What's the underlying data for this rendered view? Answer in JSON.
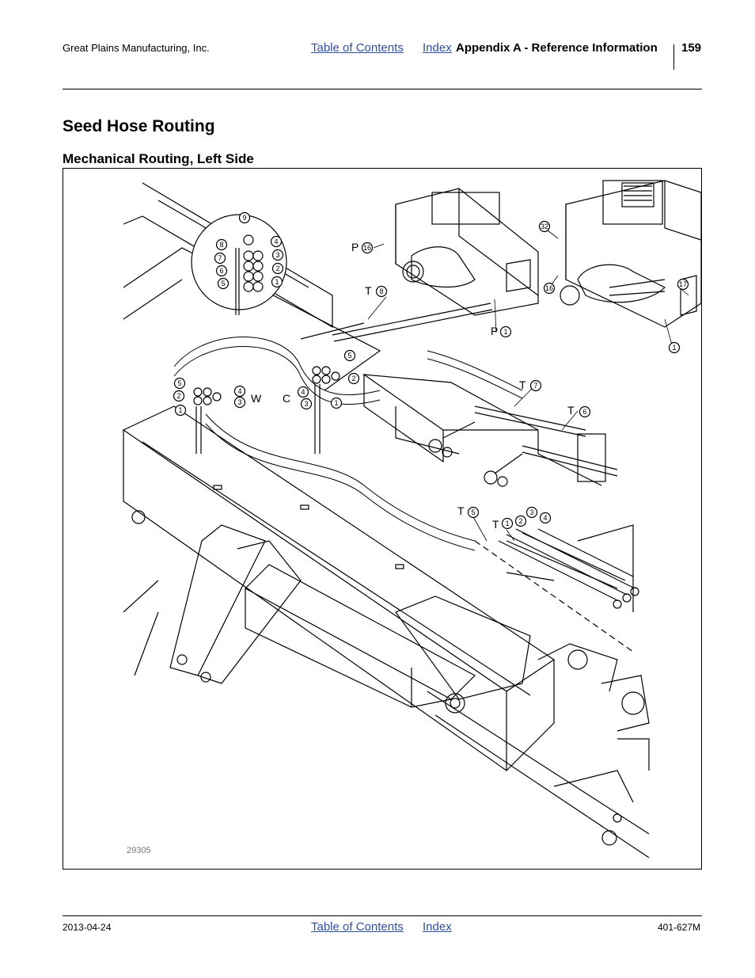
{
  "header": {
    "company": "Great Plains Manufacturing, Inc.",
    "toc_link": "Table of Contents",
    "index_link": "Index",
    "section": "Appendix A - Reference Information",
    "page_number": "159"
  },
  "title": "Seed Hose Routing",
  "subtitle": "Mechanical Routing, Left Side",
  "figure": {
    "figure_number": "29305",
    "letter_labels": {
      "p16": "P",
      "p1": "P",
      "t8": "T",
      "t7": "T",
      "t6": "T",
      "t5": "T",
      "t1": "T",
      "w": "W",
      "c": "C"
    },
    "callouts": {
      "inset_9": "9",
      "inset_8": "8",
      "inset_7": "7",
      "inset_6": "6",
      "inset_5": "5",
      "inset_4": "4",
      "inset_3": "3",
      "inset_2": "2",
      "inset_1": "1",
      "p16": "16",
      "t8": "8",
      "p1": "1",
      "right_32": "32",
      "right_16": "16",
      "right_17": "17",
      "right_1": "1",
      "c5": "5",
      "c2": "2",
      "c4": "4",
      "c3": "3",
      "c1": "1",
      "w5": "5",
      "w2": "2",
      "w4": "4",
      "w3": "3",
      "w1": "1",
      "t7": "7",
      "t6": "6",
      "t5": "5",
      "t1": "1",
      "front_2": "2",
      "front_3": "3",
      "front_4": "4"
    }
  },
  "footer": {
    "date": "2013-04-24",
    "toc_link": "Table of Contents",
    "index_link": "Index",
    "doc_number": "401-627M"
  }
}
